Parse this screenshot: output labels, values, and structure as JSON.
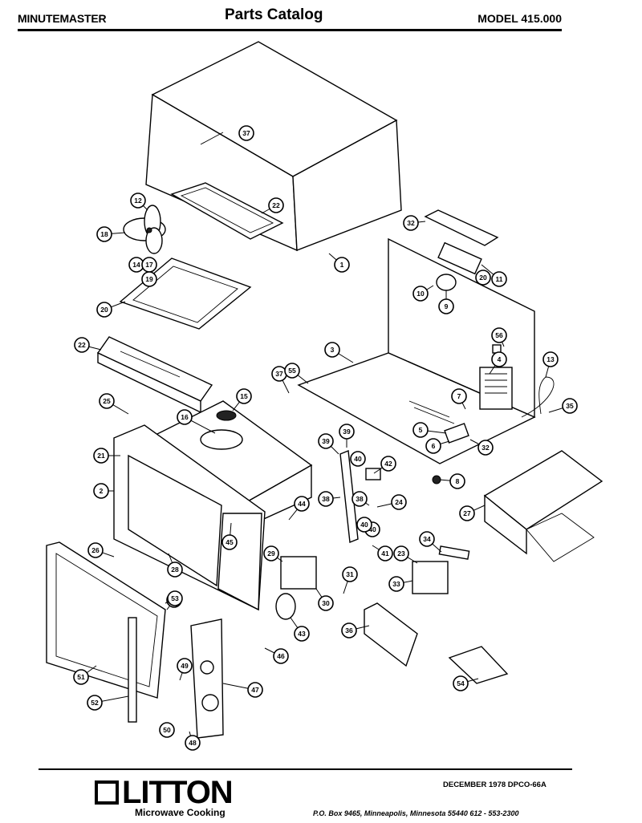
{
  "header": {
    "left": "MINUTEMASTER",
    "center": "Parts Catalog",
    "right": "MODEL 415.000"
  },
  "footer": {
    "logo": "LITTON",
    "logo_sub": "Microwave Cooking",
    "date_code": "DECEMBER 1978 DPCO-66A",
    "address": "P.O. Box 9465, Minneapolis, Minnesota 55440   612 - 553-2300"
  },
  "callouts": [
    {
      "n": "1"
    },
    {
      "n": "2"
    },
    {
      "n": "3"
    },
    {
      "n": "4"
    },
    {
      "n": "5"
    },
    {
      "n": "6"
    },
    {
      "n": "7"
    },
    {
      "n": "8"
    },
    {
      "n": "9"
    },
    {
      "n": "10"
    },
    {
      "n": "11"
    },
    {
      "n": "12"
    },
    {
      "n": "13"
    },
    {
      "n": "14"
    },
    {
      "n": "15"
    },
    {
      "n": "16"
    },
    {
      "n": "17"
    },
    {
      "n": "18"
    },
    {
      "n": "19"
    },
    {
      "n": "20"
    },
    {
      "n": "21"
    },
    {
      "n": "22"
    },
    {
      "n": "22"
    },
    {
      "n": "23"
    },
    {
      "n": "24"
    },
    {
      "n": "25"
    },
    {
      "n": "26"
    },
    {
      "n": "27"
    },
    {
      "n": "28"
    },
    {
      "n": "29"
    },
    {
      "n": "30"
    },
    {
      "n": "31"
    },
    {
      "n": "32"
    },
    {
      "n": "32"
    },
    {
      "n": "33"
    },
    {
      "n": "34"
    },
    {
      "n": "34"
    },
    {
      "n": "35"
    },
    {
      "n": "36"
    },
    {
      "n": "37"
    },
    {
      "n": "37"
    },
    {
      "n": "38"
    },
    {
      "n": "38"
    },
    {
      "n": "39"
    },
    {
      "n": "39"
    },
    {
      "n": "40"
    },
    {
      "n": "40"
    },
    {
      "n": "40"
    },
    {
      "n": "41"
    },
    {
      "n": "42"
    },
    {
      "n": "43"
    },
    {
      "n": "44"
    },
    {
      "n": "45"
    },
    {
      "n": "46"
    },
    {
      "n": "47"
    },
    {
      "n": "48"
    },
    {
      "n": "49"
    },
    {
      "n": "50"
    },
    {
      "n": "51"
    },
    {
      "n": "52"
    },
    {
      "n": "53"
    },
    {
      "n": "54"
    },
    {
      "n": "55"
    },
    {
      "n": "56"
    },
    {
      "n": "20"
    }
  ]
}
